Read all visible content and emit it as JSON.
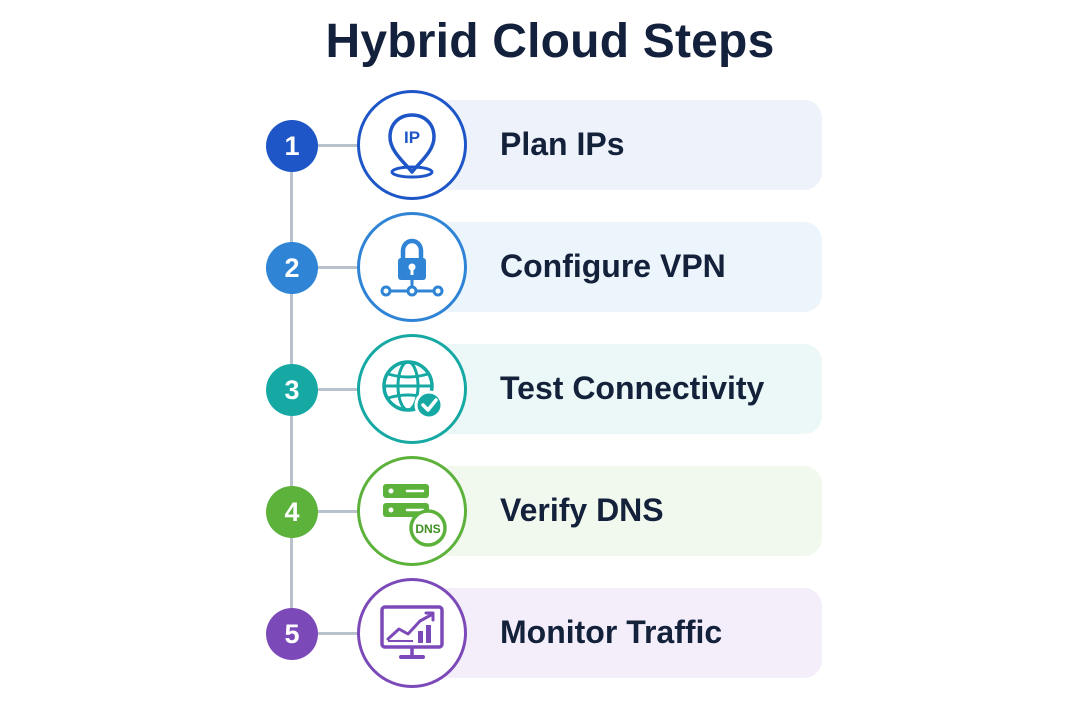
{
  "title": "Hybrid Cloud Steps",
  "steps": [
    {
      "number": "1",
      "label": "Plan IPs",
      "icon": "ip-location-pin-icon",
      "color": "#1e56c8",
      "card_color": "#eef3fb"
    },
    {
      "number": "2",
      "label": "Configure VPN",
      "icon": "network-lock-icon",
      "color": "#2f84d6",
      "card_color": "#edf5fc"
    },
    {
      "number": "3",
      "label": "Test Connectivity",
      "icon": "globe-check-icon",
      "color": "#16a9a3",
      "card_color": "#ecf7f7"
    },
    {
      "number": "4",
      "label": "Verify DNS",
      "icon": "dns-server-icon",
      "color": "#5cb23b",
      "card_color": "#f1f8ee"
    },
    {
      "number": "5",
      "label": "Monitor Traffic",
      "icon": "monitor-chart-icon",
      "color": "#7c4ab8",
      "card_color": "#f4eefb"
    }
  ],
  "icon_texts": {
    "ip": "IP",
    "dns": "DNS"
  }
}
